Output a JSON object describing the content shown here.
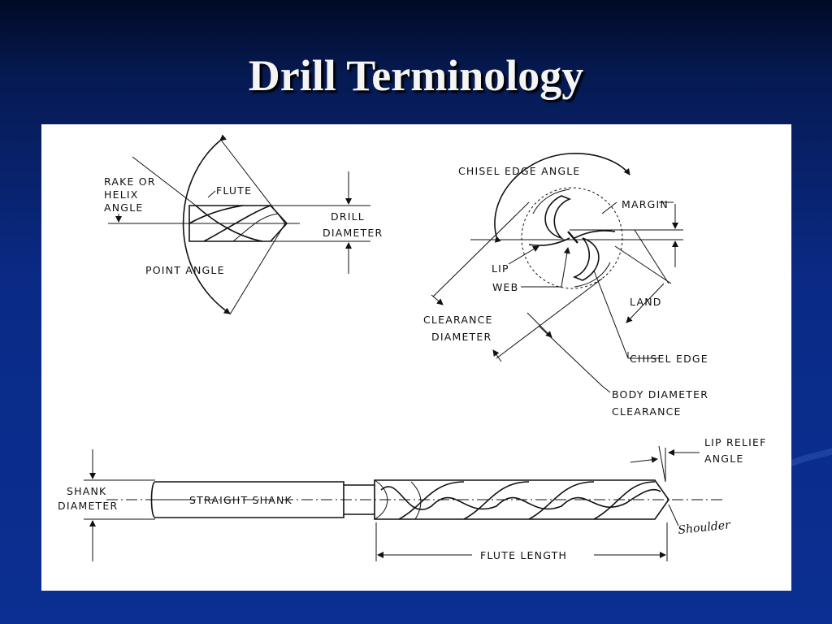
{
  "slide": {
    "title": "Drill Terminology"
  },
  "diagram": {
    "top_left": {
      "rake_line1": "RAKE OR",
      "rake_line2": "HELIX",
      "rake_line3": "ANGLE",
      "flute": "FLUTE",
      "drill_line1": "DRILL",
      "drill_line2": "DIAMETER",
      "point_angle": "POINT  ANGLE"
    },
    "top_right": {
      "chisel_edge_angle": "CHISEL  EDGE  ANGLE",
      "margin": "MARGIN",
      "lip": "LIP",
      "web": "WEB",
      "land": "LAND",
      "clearance_line1": "CLEARANCE",
      "clearance_line2": "DIAMETER",
      "chisel_edge": "CHISEL  EDGE",
      "body_line1": "BODY  DIAMETER",
      "body_line2": "CLEARANCE"
    },
    "bottom": {
      "lip_relief_line1": "LIP  RELIEF",
      "lip_relief_line2": "ANGLE",
      "shank_line1": "SHANK",
      "shank_line2": "DIAMETER",
      "straight_shank": "STRAIGHT  SHANK",
      "shoulder": "Shoulder",
      "flute_length": "FLUTE  LENGTH"
    }
  }
}
